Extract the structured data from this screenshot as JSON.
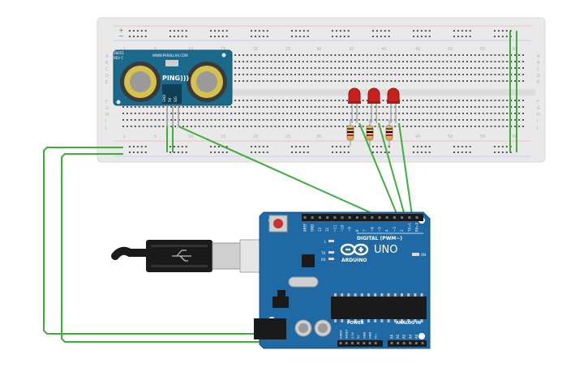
{
  "breadboard": {
    "column_numbers": [
      "1",
      "5",
      "10",
      "15",
      "20",
      "25",
      "30",
      "35",
      "40",
      "45",
      "50",
      "55",
      "60"
    ],
    "row_letters_top": [
      "A",
      "B",
      "C",
      "D",
      "E"
    ],
    "row_letters_bottom": [
      "F",
      "G",
      "H",
      "I",
      "J"
    ],
    "rail_plus": "+",
    "rail_minus": "−"
  },
  "sensor": {
    "model": "28015",
    "rev": "REV C",
    "url": "WWW.PARALLAX.COM",
    "logo": "PING)))",
    "pins": [
      "GND",
      "5V",
      "SIG"
    ]
  },
  "leds": {
    "count": 3,
    "color": "#c8201c"
  },
  "resistors": {
    "count": 3
  },
  "wires": {
    "color": "#3fae3a"
  },
  "arduino": {
    "brand": "ARDUINO",
    "model": "UNO",
    "reset": "RESET",
    "digital_label": "DIGITAL (PWM~)",
    "analog_label": "ANALOG IN",
    "power_label": "POWER",
    "on_label": "ON",
    "tx_label": "TX",
    "rx_label": "RX",
    "l_label": "L",
    "digital_pins": [
      "AREF",
      "GND",
      "13",
      "12",
      "~11",
      "~10",
      "~9",
      "8",
      "7",
      "~6",
      "~5",
      "4",
      "~3",
      "2",
      "TX→1",
      "RX←0"
    ],
    "power_pins": [
      "IOREF",
      "RESET",
      "3.3V",
      "5V",
      "GND",
      "GND",
      "Vin"
    ],
    "analog_pins": [
      "A0",
      "A1",
      "A2",
      "A3",
      "A4",
      "A5"
    ],
    "board_color": "#1f6aa5"
  },
  "usb_cable": {
    "color": "#1a1a1a"
  }
}
